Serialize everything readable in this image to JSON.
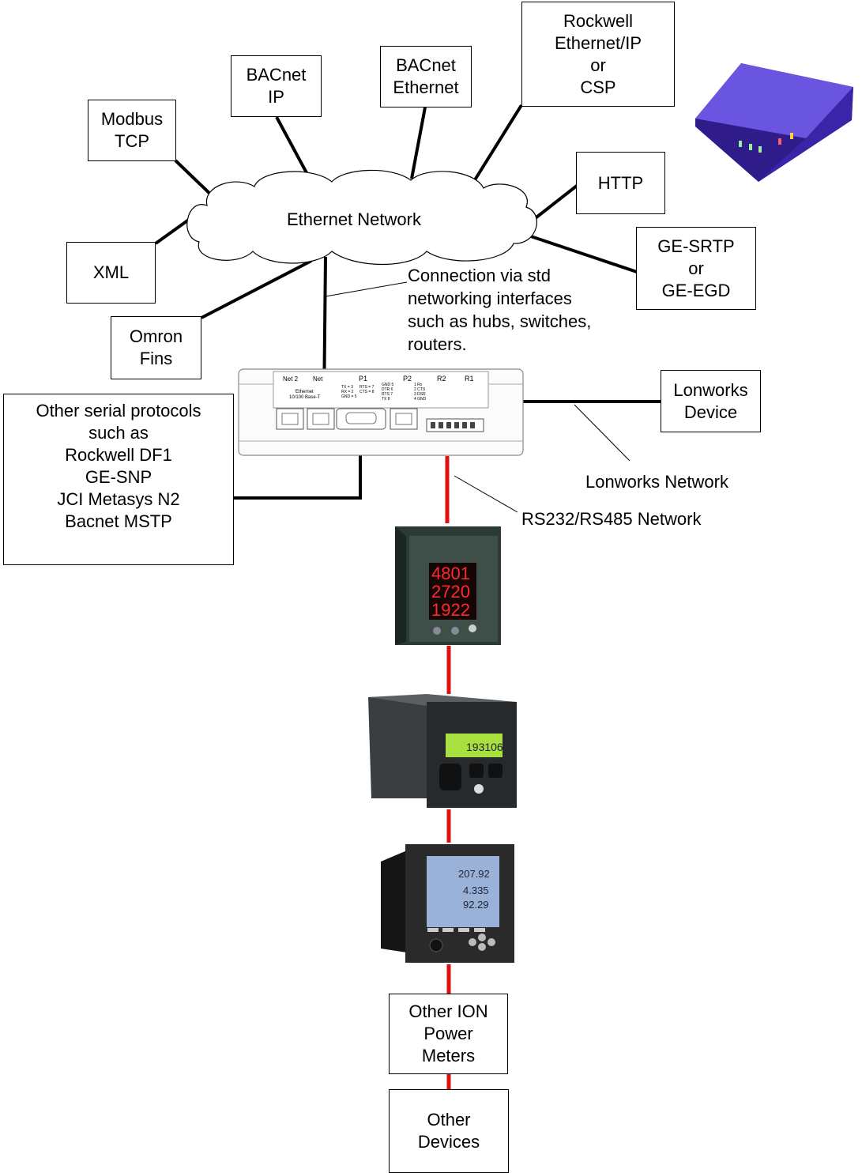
{
  "protocols": {
    "modbus_tcp": "Modbus\nTCP",
    "bacnet_ip": "BACnet\nIP",
    "bacnet_ethernet": "BACnet\nEthernet",
    "rockwell": "Rockwell\nEthernet/IP\nor\nCSP",
    "http": "HTTP",
    "ge_srtp": "GE-SRTP\nor\nGE-EGD",
    "xml": "XML",
    "omron_fins": "Omron\nFins",
    "lonworks_device": "Lonworks\nDevice",
    "other_serial": "Other serial protocols\nsuch as\nRockwell DF1\nGE-SNP\nJCI Metasys N2\nBacnet MSTP",
    "other_ion": "Other ION\nPower\nMeters",
    "other_devices": "Other\nDevices"
  },
  "network": {
    "ethernet": "Ethernet Network",
    "connection_note": "Connection via std\nnetworking interfaces\nsuch as hubs, switches,\nrouters.",
    "lonworks": "Lonworks Network",
    "rs_network": "RS232/RS485 Network"
  },
  "gateway": {
    "net2": "Net 2",
    "net": "Net",
    "ethernet_label": "Ethernet",
    "ethernet_spec": "10/100 Base-T",
    "p1": "P1",
    "p2": "P2",
    "r2": "R2",
    "r1": "R1",
    "p1_pins_left": [
      "TX = 3",
      "RX = 2",
      "GND = 5"
    ],
    "p1_pins_right": [
      "RTS = 7",
      "CTS = 8"
    ],
    "p2_pins": [
      "GND 5",
      "DTR 6",
      "RTS 7",
      "TX 8"
    ],
    "p2_pins_right": [
      "1 Rx",
      "2 CTS",
      "3 DSR",
      "4 GND"
    ]
  },
  "meters": {
    "meter1_readings": [
      "4801",
      "2720",
      "1922"
    ],
    "meter2_reading": "193106",
    "meter3_readings": [
      "207.92",
      "4.335",
      "92.29"
    ]
  },
  "colors": {
    "line": "#000000",
    "serial_line": "#e01010",
    "device_purple": "#4a2fc0"
  }
}
